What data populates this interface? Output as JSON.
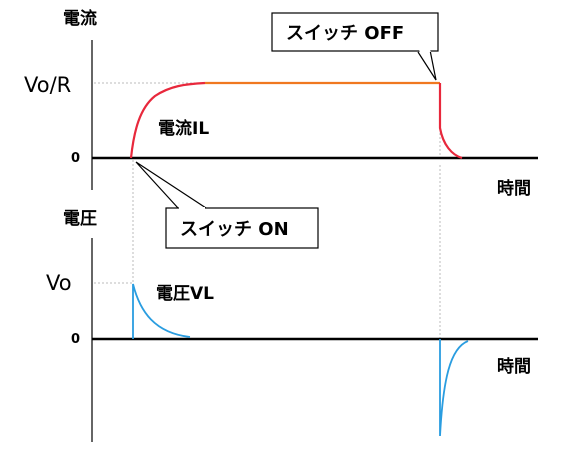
{
  "current_plot": {
    "y_axis_label": "電流",
    "x_axis_label": "時間",
    "level_label": "Vo/R",
    "zero_label": "0",
    "curve_label": "電流IL",
    "curve_color": "#e8283c",
    "plateau_color": "#f07820"
  },
  "voltage_plot": {
    "y_axis_label": "電圧",
    "x_axis_label": "時間",
    "level_label": "Vo",
    "zero_label": "0",
    "curve_label": "電圧VL",
    "curve_color": "#2a9de0"
  },
  "callouts": {
    "switch_off": "スイッチ OFF",
    "switch_on": "スイッチ ON"
  },
  "colors": {
    "axis": "#000000",
    "guide": "#bbbbbb"
  }
}
